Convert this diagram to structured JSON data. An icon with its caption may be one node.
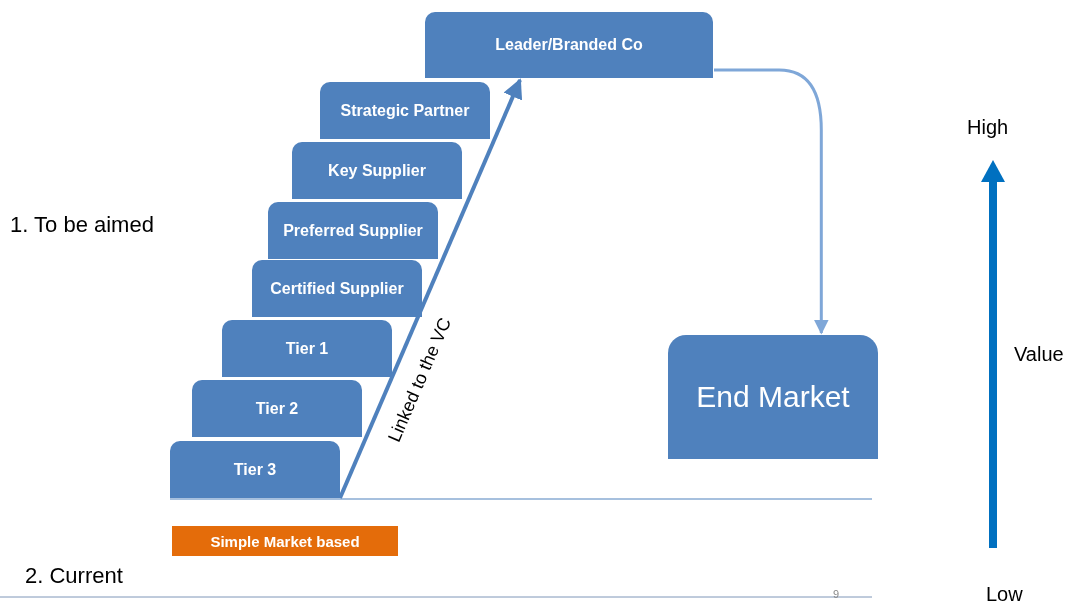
{
  "diagram": {
    "nodes": [
      {
        "text": [
          "Leader/Branded Co"
        ]
      },
      {
        "text": [
          "Strategic Partner"
        ]
      },
      {
        "text": [
          "Key Supplier"
        ]
      },
      {
        "text": [
          "Preferred Supplier"
        ]
      },
      {
        "text": [
          "Certified Supplier"
        ]
      },
      {
        "text": [
          "Tier 1"
        ]
      },
      {
        "text": [
          "Tier 2"
        ]
      },
      {
        "text": [
          "Tier 3"
        ]
      },
      {
        "text": [
          "End Market"
        ]
      },
      {
        "text": [
          "Simple Market based"
        ]
      }
    ],
    "edges": [
      {
        "from": 7,
        "to": 0,
        "arrow": "to",
        "label": "Linked to the VC"
      },
      {
        "from": 0,
        "to": 8,
        "arrow": "to"
      }
    ],
    "labels": [
      "1. To be aimed",
      "2. Current",
      "High",
      "Value",
      "Low",
      "9"
    ]
  }
}
